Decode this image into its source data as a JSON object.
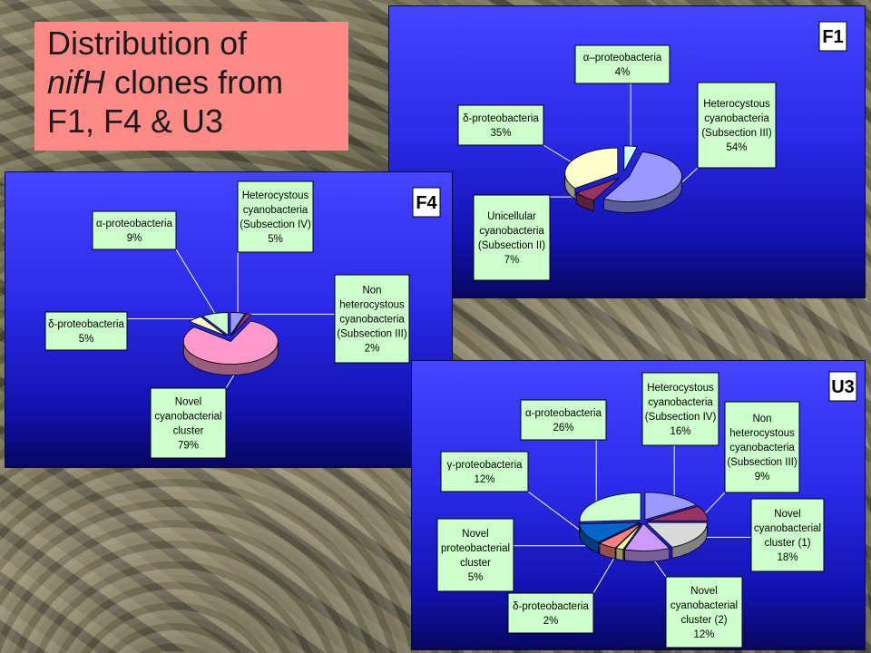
{
  "slide": {
    "title_line1": "Distribution of",
    "title_line2_em": "nifH",
    "title_line2_rest": " clones from",
    "title_line3": "F1, F4 & U3"
  },
  "chart_data": [
    {
      "type": "pie",
      "title": "F1",
      "slices": [
        {
          "label": [
            "α–proteobacteria"
          ],
          "value": 4,
          "value_label": "4%",
          "color": "#ccffff"
        },
        {
          "label": [
            "Heterocystous",
            "cyanobacteria",
            "(Subsection III)"
          ],
          "value": 54,
          "value_label": "54%",
          "color": "#9999ff"
        },
        {
          "label": [
            "Unicellular",
            "cyanobacteria",
            "(Subsection II)"
          ],
          "value": 7,
          "value_label": "7%",
          "color": "#993366"
        },
        {
          "label": [
            "δ-proteobacteria"
          ],
          "value": 35,
          "value_label": "35%",
          "color": "#ffffcc"
        }
      ]
    },
    {
      "type": "pie",
      "title": "F4",
      "slices": [
        {
          "label": [
            "Heterocystous",
            "cyanobacteria",
            "(Subsection IV)"
          ],
          "value": 5,
          "value_label": "5%",
          "color": "#9999ff"
        },
        {
          "label": [
            "Non",
            "heterocystous",
            "cyanobacteria",
            "(Subsection III)"
          ],
          "value": 2,
          "value_label": "2%",
          "color": "#993366"
        },
        {
          "label": [
            "Novel",
            "cyanobacterial",
            "cluster"
          ],
          "value": 79,
          "value_label": "79%",
          "color": "#ff99cc"
        },
        {
          "label": [
            "δ-proteobacteria"
          ],
          "value": 5,
          "value_label": "5%",
          "color": "#ffffcc"
        },
        {
          "label": [
            "α-proteobacteria"
          ],
          "value": 9,
          "value_label": "9%",
          "color": "#ccffcc"
        }
      ]
    },
    {
      "type": "pie",
      "title": "U3",
      "slices": [
        {
          "label": [
            "Heterocystous",
            "cyanobacteria",
            "(Subsection IV)"
          ],
          "value": 16,
          "value_label": "16%",
          "color": "#9999ff"
        },
        {
          "label": [
            "Non",
            "heterocystous",
            "cyanobacteria",
            "(Subsection III)"
          ],
          "value": 9,
          "value_label": "9%",
          "color": "#993366"
        },
        {
          "label": [
            "Novel",
            "cyanobacterial",
            "cluster (1)"
          ],
          "value": 18,
          "value_label": "18%",
          "color": "#d9d9d9"
        },
        {
          "label": [
            "Novel",
            "cyanobacterial",
            "cluster (2)"
          ],
          "value": 12,
          "value_label": "12%",
          "color": "#cc99ff"
        },
        {
          "label": [
            "δ-proteobacteria"
          ],
          "value": 2,
          "value_label": "2%",
          "color": "#ffff99"
        },
        {
          "label": [
            "Novel",
            "proteobacterial",
            "cluster"
          ],
          "value": 5,
          "value_label": "5%",
          "color": "#ff8080"
        },
        {
          "label": [
            "γ-proteobacteria"
          ],
          "value": 12,
          "value_label": "12%",
          "color": "#0066cc"
        },
        {
          "label": [
            "α-proteobacteria"
          ],
          "value": 26,
          "value_label": "26%",
          "color": "#ccffcc"
        }
      ]
    }
  ]
}
